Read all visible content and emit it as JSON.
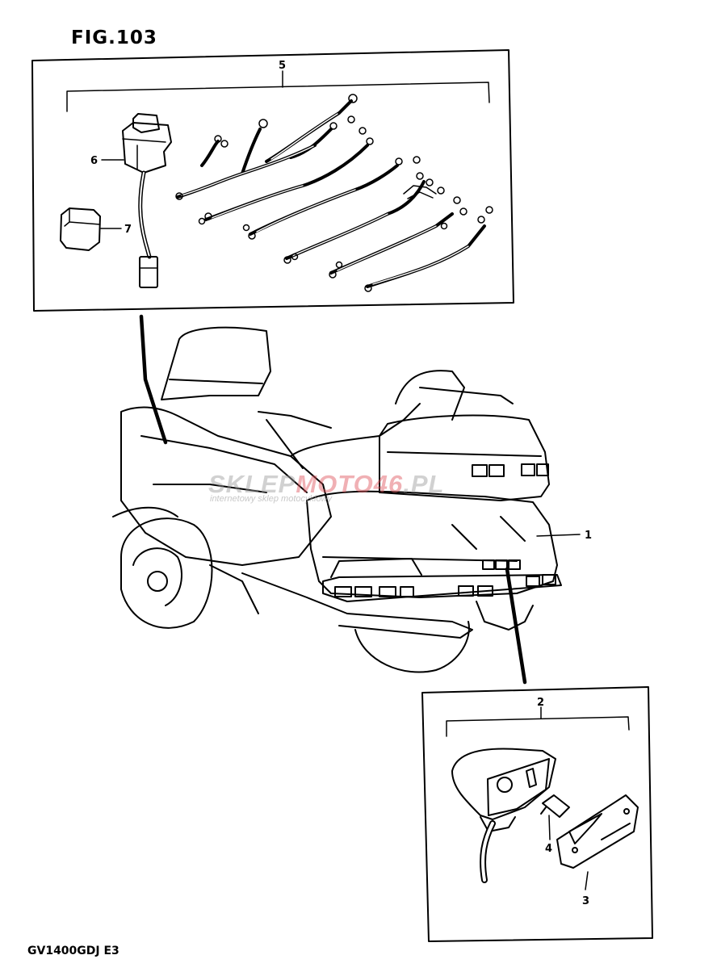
{
  "figure": {
    "title": "FIG.103",
    "model_code": "GV1400GDJ  E3"
  },
  "callouts": [
    {
      "id": "1",
      "label": "1"
    },
    {
      "id": "2",
      "label": "2"
    },
    {
      "id": "3",
      "label": "3"
    },
    {
      "id": "4",
      "label": "4"
    },
    {
      "id": "5",
      "label": "5"
    },
    {
      "id": "6",
      "label": "6"
    },
    {
      "id": "7",
      "label": "7"
    }
  ],
  "watermark": {
    "part_a": "SKLEP",
    "part_b": "MOTO46",
    "part_c": ".PL",
    "tagline": "internetowy sklep motocyklowy"
  }
}
